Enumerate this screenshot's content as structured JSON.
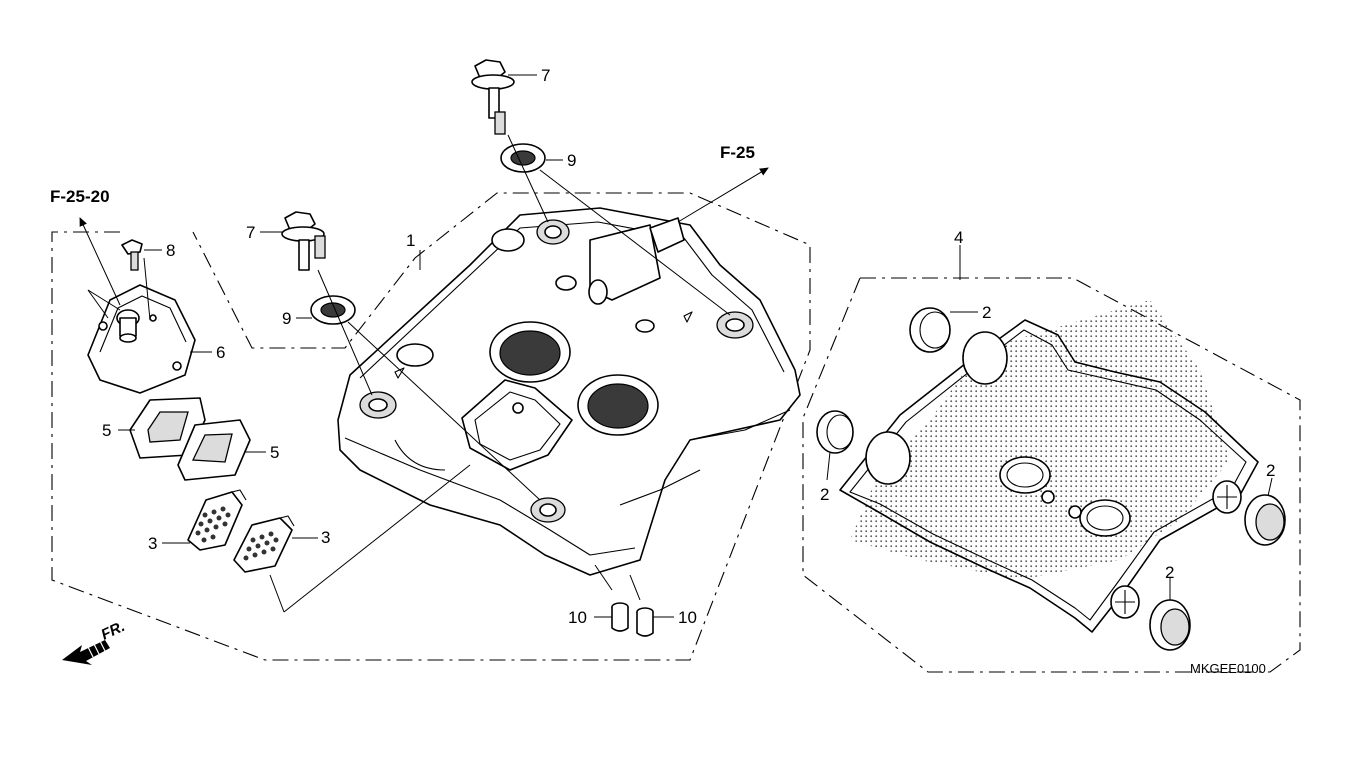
{
  "diagram_code": "MKGEE0100",
  "refs": {
    "f25": "F-25",
    "f2520": "F-25-20"
  },
  "direction": {
    "label": "FR."
  },
  "callouts": {
    "c1": "1",
    "c2a": "2",
    "c2b": "2",
    "c2c": "2",
    "c2d": "2",
    "c3a": "3",
    "c3b": "3",
    "c4": "4",
    "c5a": "5",
    "c5b": "5",
    "c6": "6",
    "c7a": "7",
    "c7b": "7",
    "c8": "8",
    "c9a": "9",
    "c9b": "9",
    "c10a": "10",
    "c10b": "10"
  }
}
